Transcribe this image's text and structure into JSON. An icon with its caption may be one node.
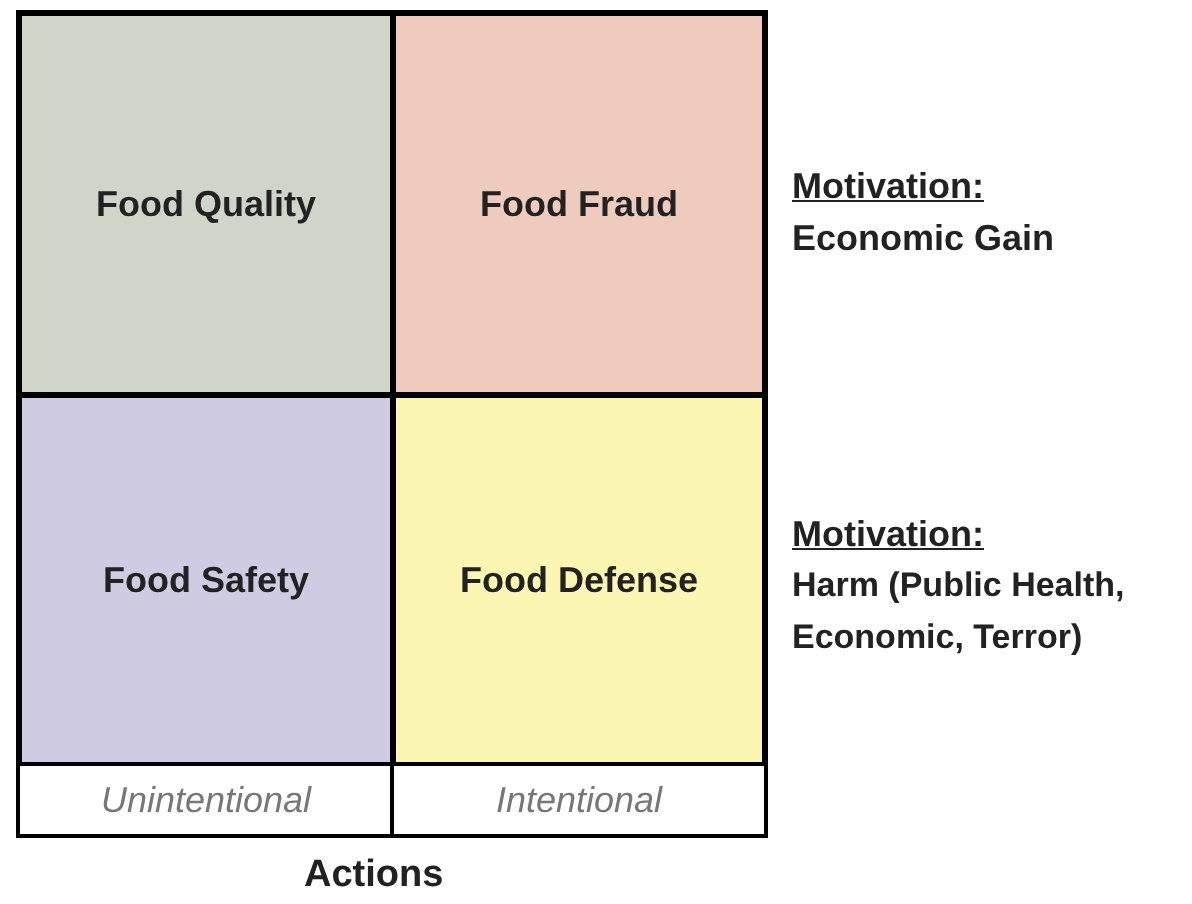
{
  "diagram": {
    "nodes": [
      {
        "text": [
          "Food Quality"
        ]
      },
      {
        "text": [
          "Food Fraud"
        ]
      },
      {
        "text": [
          "Food Safety"
        ]
      },
      {
        "text": [
          "Food Defense"
        ]
      },
      {
        "text": [
          "Unintentional"
        ]
      },
      {
        "text": [
          "Intentional"
        ]
      }
    ],
    "labels": [
      "Motivation:",
      "Economic Gain",
      "Motivation:",
      "Harm (Public Health, Economic, Terror)",
      "Actions"
    ]
  }
}
